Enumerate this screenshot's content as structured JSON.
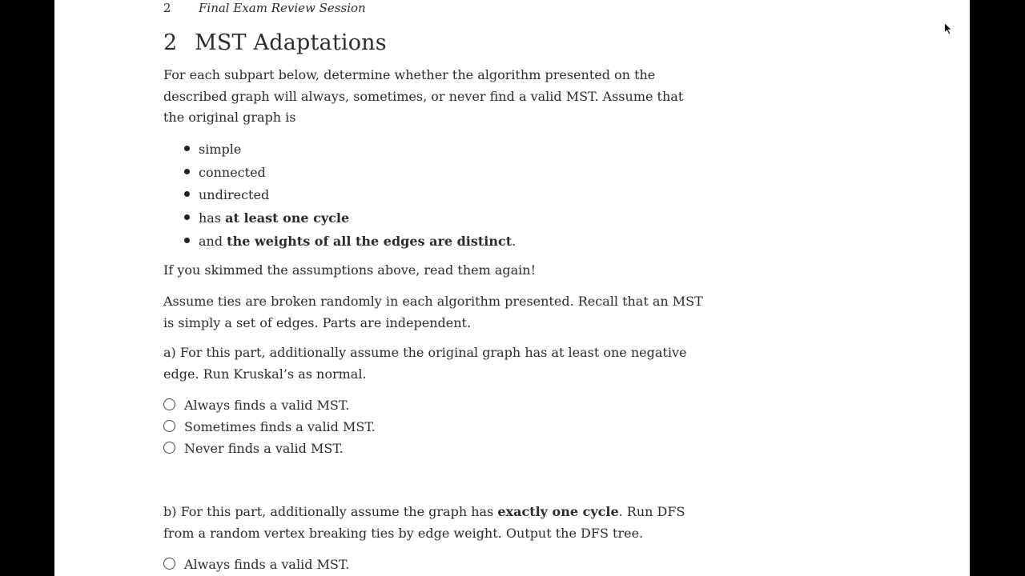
{
  "running_head": {
    "page_number": "2",
    "title": "Final Exam Review Session"
  },
  "section": {
    "number": "2",
    "title": "MST Adaptations"
  },
  "intro": "For each subpart below, determine whether the algorithm presented on the described graph will always, sometimes, or never find a valid MST. Assume that the original graph is",
  "assumptions": [
    {
      "plain": "simple",
      "bold": "",
      "tail": ""
    },
    {
      "plain": "connected",
      "bold": "",
      "tail": ""
    },
    {
      "plain": "undirected",
      "bold": "",
      "tail": ""
    },
    {
      "plain": "has ",
      "bold": "at least one cycle",
      "tail": ""
    },
    {
      "plain": "and ",
      "bold": "the weights of all the edges are distinct",
      "tail": "."
    }
  ],
  "reminder": "If you skimmed the assumptions above, read them again!",
  "ties_note": "Assume ties are broken randomly in each algorithm presented. Recall that an MST is simply a set of edges. Parts are independent.",
  "part_a": {
    "text": "a) For this part, additionally assume the original graph has at least one negative edge. Run Kruskal’s as normal.",
    "options": [
      "Always finds a valid MST.",
      "Sometimes finds a valid MST.",
      "Never finds a valid MST."
    ]
  },
  "part_b": {
    "text_before": "b) For this part, additionally assume the graph has ",
    "text_bold": "exactly one cycle",
    "text_after": ". Run DFS from a random vertex breaking ties by edge weight. Output the DFS tree.",
    "options": [
      "Always finds a valid MST."
    ]
  }
}
